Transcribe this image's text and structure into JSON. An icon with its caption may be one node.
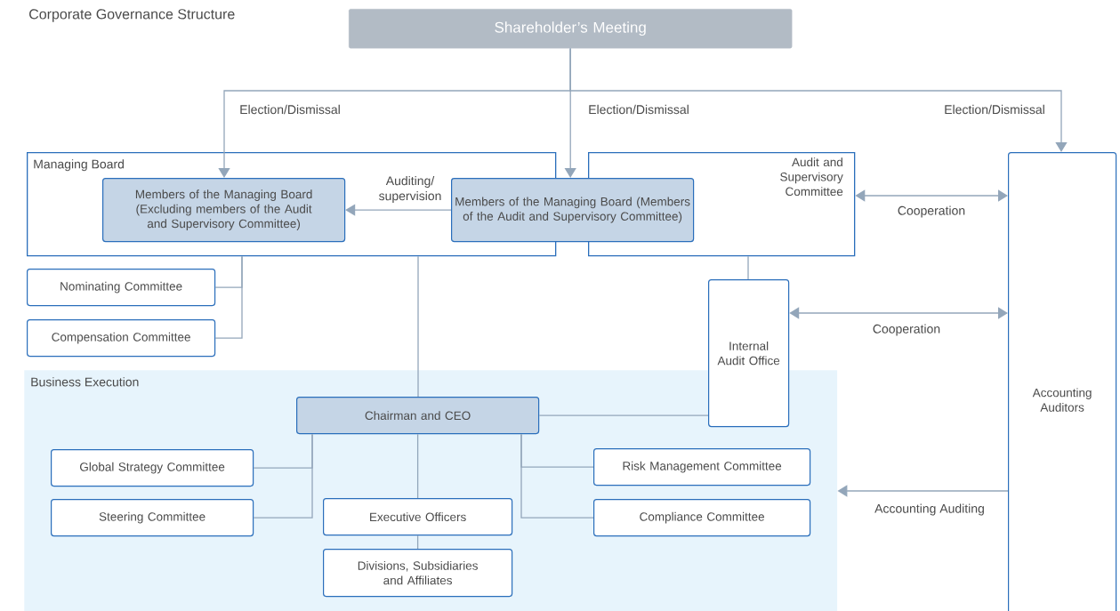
{
  "diagram": {
    "title": "Corporate Governance Structure",
    "nodes": [
      {
        "text": [
          "Shareholder’s Meeting"
        ]
      },
      {
        "text": [
          "Managing Board"
        ]
      },
      {
        "text": [
          "Members of the Managing Board (Excluding members of the Audit and Supervisory Committee)"
        ],
        "in": 1
      },
      {
        "text": [
          "Members of the Managing Board (Members of the Audit and Supervisory Committee)"
        ]
      },
      {
        "text": [
          "Audit and Supervisory Committee"
        ]
      },
      {
        "text": [
          "Nominating Committee"
        ]
      },
      {
        "text": [
          "Compensation Committee"
        ]
      },
      {
        "text": [
          "Internal Audit Office"
        ]
      },
      {
        "text": [
          "Accounting Auditors"
        ]
      },
      {
        "text": [
          "Business Execution"
        ]
      },
      {
        "text": [
          "Chairman and CEO"
        ],
        "in": 9
      },
      {
        "text": [
          "Global Strategy Committee"
        ],
        "in": 9
      },
      {
        "text": [
          "Steering Committee"
        ],
        "in": 9
      },
      {
        "text": [
          "Executive Officers"
        ],
        "in": 9
      },
      {
        "text": [
          "Divisions, Subsidiaries and Affiliates"
        ],
        "in": 9
      },
      {
        "text": [
          "Risk Management Committee"
        ],
        "in": 9
      },
      {
        "text": [
          "Compliance Committee"
        ],
        "in": 9
      }
    ],
    "edges": [
      {
        "from": 0,
        "to": 2,
        "arrow": "to",
        "label": "Election/Dismissal"
      },
      {
        "from": 0,
        "to": 3,
        "arrow": "to",
        "label": "Election/Dismissal"
      },
      {
        "from": 0,
        "to": 8,
        "arrow": "to",
        "label": "Election/Dismissal"
      },
      {
        "from": 3,
        "to": 2,
        "arrow": "to",
        "label": "Auditing/ supervision"
      },
      {
        "from": 4,
        "to": 8,
        "arrow": "both",
        "label": "Cooperation"
      },
      {
        "from": 7,
        "to": 8,
        "arrow": "both",
        "label": "Cooperation"
      },
      {
        "from": 8,
        "to": 9,
        "arrow": "to",
        "label": "Accounting Auditing"
      },
      {
        "from": 5,
        "to": 1,
        "arrow": "none"
      },
      {
        "from": 6,
        "to": 1,
        "arrow": "none"
      },
      {
        "from": 1,
        "to": 10,
        "arrow": "none"
      },
      {
        "from": 4,
        "to": 7,
        "arrow": "none"
      },
      {
        "from": 10,
        "to": 7,
        "arrow": "none"
      },
      {
        "from": 10,
        "to": 11,
        "arrow": "none"
      },
      {
        "from": 10,
        "to": 12,
        "arrow": "none"
      },
      {
        "from": 10,
        "to": 13,
        "arrow": "none"
      },
      {
        "from": 13,
        "to": 14,
        "arrow": "none"
      },
      {
        "from": 10,
        "to": 15,
        "arrow": "none"
      },
      {
        "from": 10,
        "to": 16,
        "arrow": "none"
      }
    ]
  }
}
